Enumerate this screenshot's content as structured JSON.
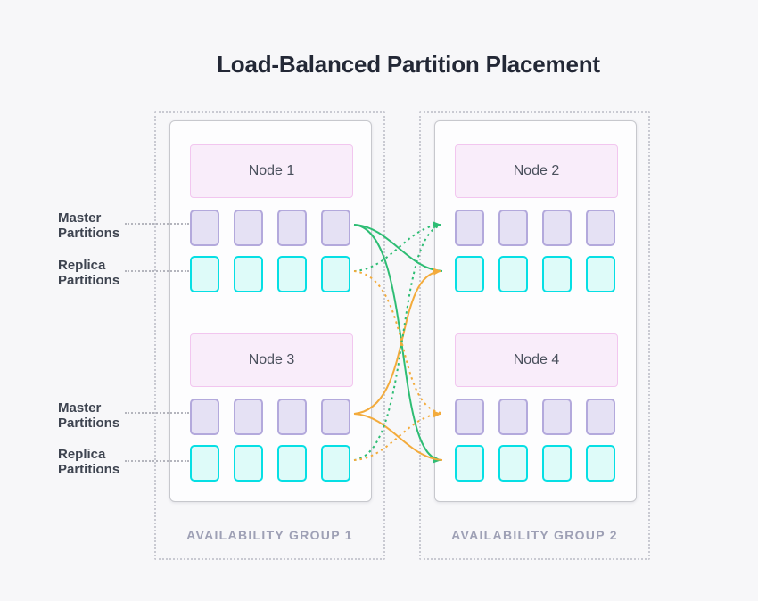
{
  "title": "Load-Balanced Partition Placement",
  "groups": [
    {
      "label": "AVAILABILITY GROUP 1",
      "nodes": [
        {
          "name": "Node 1",
          "master_partitions": 4,
          "replica_partitions": 4
        },
        {
          "name": "Node 3",
          "master_partitions": 4,
          "replica_partitions": 4
        }
      ]
    },
    {
      "label": "AVAILABILITY GROUP 2",
      "nodes": [
        {
          "name": "Node 2",
          "master_partitions": 4,
          "replica_partitions": 4
        },
        {
          "name": "Node 4",
          "master_partitions": 4,
          "replica_partitions": 4
        }
      ]
    }
  ],
  "side_labels": [
    {
      "text": "Master Partitions"
    },
    {
      "text": "Replica Partitions"
    },
    {
      "text": "Master Partitions"
    },
    {
      "text": "Replica Partitions"
    }
  ],
  "connections": [
    {
      "from": "Node 1 master partitions",
      "to": "Node 2 replica partitions",
      "line": "solid",
      "color": "#2ebd74"
    },
    {
      "from": "Node 1 master partitions",
      "to": "Node 4 replica partitions",
      "line": "solid",
      "color": "#2ebd74"
    },
    {
      "from": "Node 3 master partitions",
      "to": "Node 2 replica partitions",
      "line": "solid",
      "color": "#f3ab3c"
    },
    {
      "from": "Node 3 master partitions",
      "to": "Node 4 replica partitions",
      "line": "solid",
      "color": "#f3ab3c"
    },
    {
      "from": "Node 1 replica partitions",
      "to": "Node 2 master partitions",
      "line": "dotted",
      "color": "#2ebd74"
    },
    {
      "from": "Node 3 replica partitions",
      "to": "Node 2 master partitions",
      "line": "dotted",
      "color": "#2ebd74"
    },
    {
      "from": "Node 1 replica partitions",
      "to": "Node 4 master partitions",
      "line": "dotted",
      "color": "#f3ab3c"
    },
    {
      "from": "Node 3 replica partitions",
      "to": "Node 4 master partitions",
      "line": "dotted",
      "color": "#f3ab3c"
    }
  ],
  "colors": {
    "green_arrow": "#2ebd74",
    "orange_arrow": "#f3ab3c",
    "master_fill": "#e5e1f4",
    "master_border": "#b3a9dc",
    "replica_fill": "#defbf9",
    "replica_border": "#06dfe4",
    "node_header_fill": "#f9edfa",
    "node_header_border": "#f2c6ef",
    "background": "#f7f7f9"
  }
}
